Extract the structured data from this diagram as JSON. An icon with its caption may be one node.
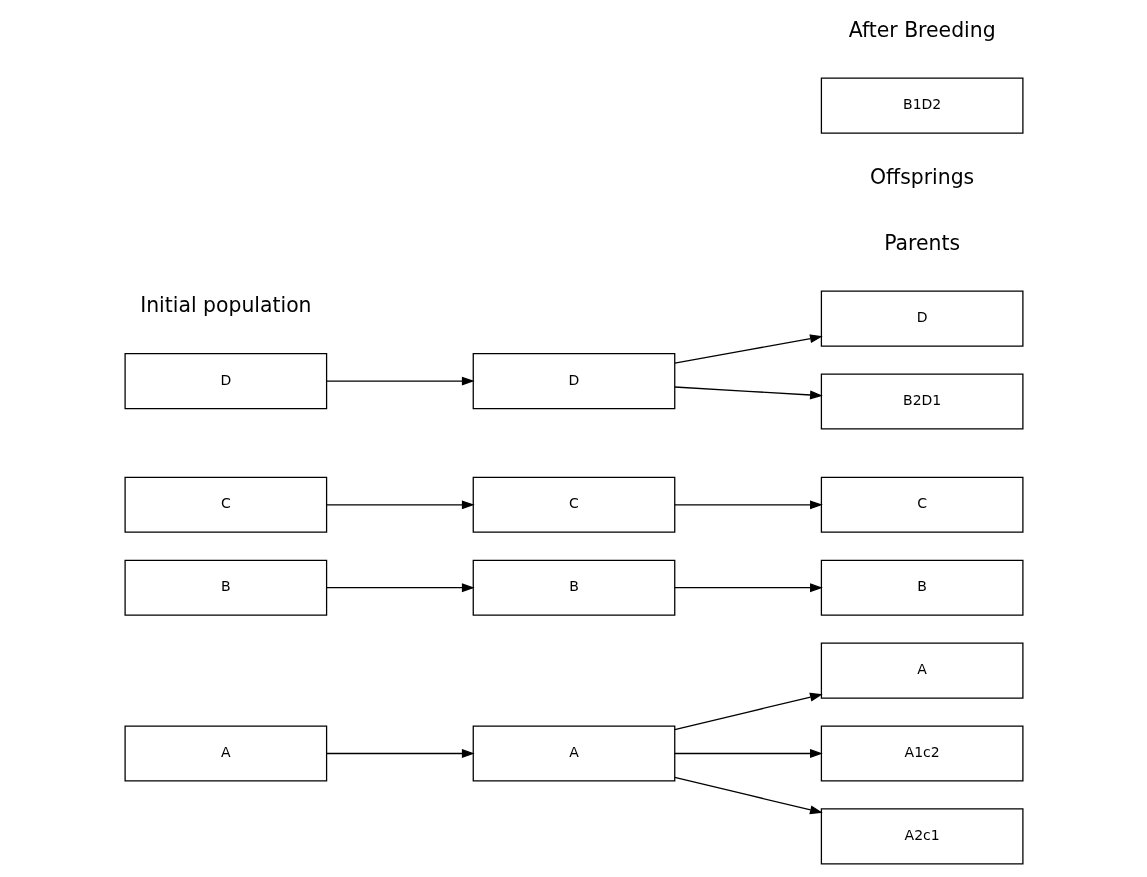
{
  "diagram": {
    "nodes": [
      {
        "text": [
          "A"
        ]
      },
      {
        "text": [
          "B"
        ]
      },
      {
        "text": [
          "C"
        ]
      },
      {
        "text": [
          "D"
        ]
      },
      {
        "text": [
          "A"
        ]
      },
      {
        "text": [
          "C"
        ]
      },
      {
        "text": [
          "B"
        ]
      },
      {
        "text": [
          "D"
        ]
      },
      {
        "text": [
          "A"
        ]
      },
      {
        "text": [
          "C"
        ]
      },
      {
        "text": [
          "B"
        ]
      },
      {
        "text": [
          "D"
        ]
      },
      {
        "text": [
          "A1c2"
        ]
      },
      {
        "text": [
          "A2c1"
        ]
      },
      {
        "text": [
          "B1D2"
        ]
      },
      {
        "text": [
          "B2D1"
        ]
      }
    ],
    "edges": [
      {
        "from": 0,
        "to": 4,
        "arrow": "to"
      },
      {
        "from": 1,
        "to": 6,
        "arrow": "to"
      },
      {
        "from": 2,
        "to": 5,
        "arrow": "to"
      },
      {
        "from": 3,
        "to": 7,
        "arrow": "to"
      },
      {
        "from": 4,
        "to": 8,
        "arrow": "to"
      },
      {
        "from": 4,
        "to": 12,
        "arrow": "to"
      },
      {
        "from": 4,
        "to": 13,
        "arrow": "to"
      },
      {
        "from": 5,
        "to": 9,
        "arrow": "to"
      },
      {
        "from": 6,
        "to": 10,
        "arrow": "to"
      },
      {
        "from": 7,
        "to": 11,
        "arrow": "to"
      },
      {
        "from": 7,
        "to": 15,
        "arrow": "to"
      }
    ],
    "labels": [
      "Parents",
      "Offsprings",
      "Initial population",
      "After Breeding"
    ]
  }
}
